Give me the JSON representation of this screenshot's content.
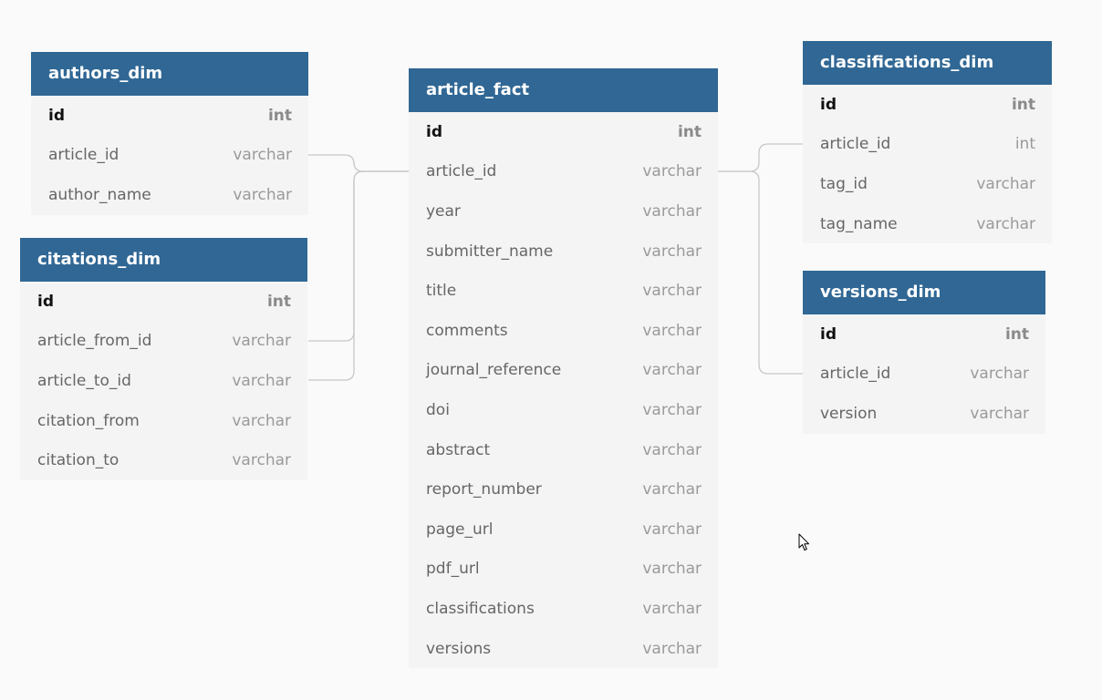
{
  "tables": {
    "authors_dim": {
      "name": "authors_dim",
      "columns": [
        {
          "name": "id",
          "type": "int",
          "pk": true
        },
        {
          "name": "article_id",
          "type": "varchar"
        },
        {
          "name": "author_name",
          "type": "varchar"
        }
      ]
    },
    "citations_dim": {
      "name": "citations_dim",
      "columns": [
        {
          "name": "id",
          "type": "int",
          "pk": true
        },
        {
          "name": "article_from_id",
          "type": "varchar"
        },
        {
          "name": "article_to_id",
          "type": "varchar"
        },
        {
          "name": "citation_from",
          "type": "varchar"
        },
        {
          "name": "citation_to",
          "type": "varchar"
        }
      ]
    },
    "article_fact": {
      "name": "article_fact",
      "columns": [
        {
          "name": "id",
          "type": "int",
          "pk": true
        },
        {
          "name": "article_id",
          "type": "varchar"
        },
        {
          "name": "year",
          "type": "varchar"
        },
        {
          "name": "submitter_name",
          "type": "varchar"
        },
        {
          "name": "title",
          "type": "varchar"
        },
        {
          "name": "comments",
          "type": "varchar"
        },
        {
          "name": "journal_reference",
          "type": "varchar"
        },
        {
          "name": "doi",
          "type": "varchar"
        },
        {
          "name": "abstract",
          "type": "varchar"
        },
        {
          "name": "report_number",
          "type": "varchar"
        },
        {
          "name": "page_url",
          "type": "varchar"
        },
        {
          "name": "pdf_url",
          "type": "varchar"
        },
        {
          "name": "classifications",
          "type": "varchar"
        },
        {
          "name": "versions",
          "type": "varchar"
        }
      ]
    },
    "classifications_dim": {
      "name": "classifications_dim",
      "columns": [
        {
          "name": "id",
          "type": "int",
          "pk": true
        },
        {
          "name": "article_id",
          "type": "int"
        },
        {
          "name": "tag_id",
          "type": "varchar"
        },
        {
          "name": "tag_name",
          "type": "varchar"
        }
      ]
    },
    "versions_dim": {
      "name": "versions_dim",
      "columns": [
        {
          "name": "id",
          "type": "int",
          "pk": true
        },
        {
          "name": "article_id",
          "type": "varchar"
        },
        {
          "name": "version",
          "type": "varchar"
        }
      ]
    }
  },
  "relations": [
    {
      "from": "authors_dim.article_id",
      "to": "article_fact.article_id"
    },
    {
      "from": "citations_dim.article_from_id",
      "to": "article_fact.article_id"
    },
    {
      "from": "citations_dim.article_to_id",
      "to": "article_fact.article_id"
    },
    {
      "from": "article_fact.article_id",
      "to": "classifications_dim.article_id"
    },
    {
      "from": "article_fact.article_id",
      "to": "versions_dim.article_id"
    }
  ],
  "colors": {
    "header": "#306794",
    "header_text": "#ffffff",
    "body": "#f4f4f4",
    "background": "#fafafa",
    "connector": "#c8c8c8"
  },
  "icons": {
    "cursor": "mouse-pointer-icon"
  }
}
